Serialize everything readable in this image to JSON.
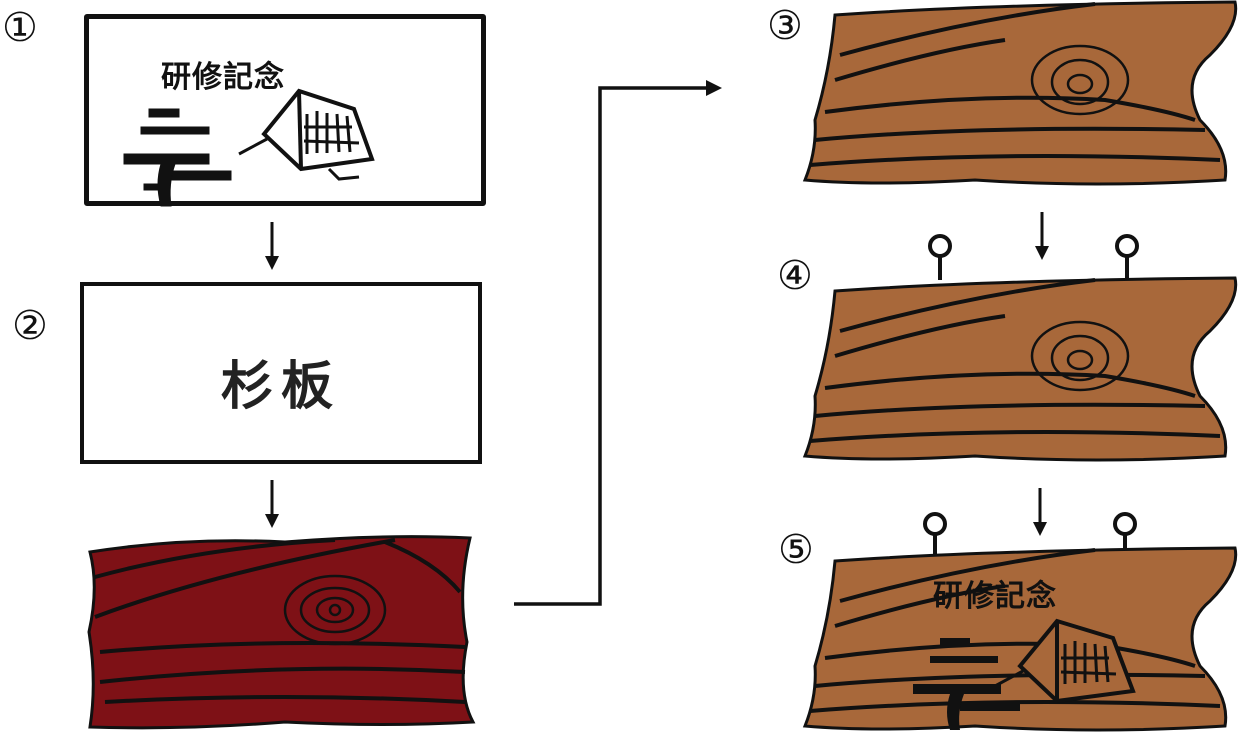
{
  "steps": [
    {
      "number": "①"
    },
    {
      "number": "②",
      "label": "杉板"
    },
    {
      "number": "③"
    },
    {
      "number": "④"
    },
    {
      "number": "⑤"
    }
  ],
  "stamp_text": "研修記念",
  "colors": {
    "board_red": "#7e1116",
    "board_brown": "#a8683a",
    "line": "#111111"
  },
  "icons": [
    "down-arrow",
    "right-elbow-arrow",
    "screw-eye-hook"
  ]
}
